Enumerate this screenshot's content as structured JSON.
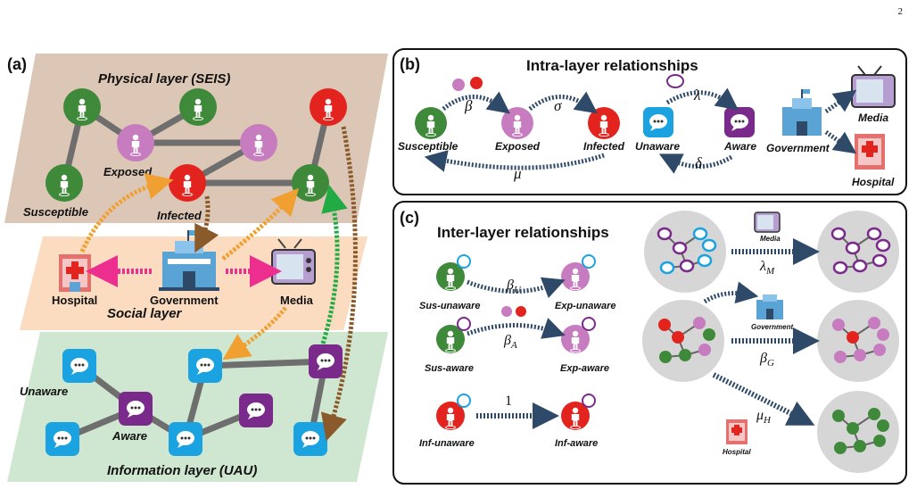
{
  "page_number": "2",
  "colors": {
    "susceptible": "#3f8a3a",
    "exposed": "#c77cc0",
    "infected": "#e3231e",
    "unaware": "#1aa3e0",
    "aware": "#7a2a8a",
    "physical_layer_bg": "#dcc6b5",
    "social_layer_bg": "#fbdcc0",
    "info_layer_bg": "#cfe6d0",
    "arrow_orange": "#f0a030",
    "arrow_brown": "#8b5a2b",
    "arrow_green": "#22aa44",
    "arrow_pink": "#ec2f8e",
    "arrow_navy": "#2f4a68",
    "cluster_bg": "#d6d6d6"
  },
  "panel_a": {
    "tag": "(a)",
    "physical_layer_title": "Physical layer (SEIS)",
    "social_layer_title": "Social layer",
    "info_layer_title": "Information layer (UAU)",
    "labels": {
      "exposed": "Exposed",
      "susceptible": "Susceptible",
      "infected": "Infected",
      "hospital": "Hospital",
      "government": "Government",
      "media": "Media",
      "unaware": "Unaware",
      "aware": "Aware"
    }
  },
  "panel_b": {
    "tag": "(b)",
    "title": "Intra-layer relationships",
    "states": {
      "susceptible": "Susceptible",
      "exposed": "Exposed",
      "infected": "Infected",
      "unaware": "Unaware",
      "aware": "Aware",
      "government": "Government",
      "media": "Media",
      "hospital": "Hospital"
    },
    "rates": {
      "beta": "β",
      "sigma": "σ",
      "mu": "μ",
      "lambda": "λ",
      "delta": "δ"
    }
  },
  "panel_c": {
    "tag": "(c)",
    "title": "Inter-layer relationships",
    "states": {
      "sus_unaware": "Sus-unaware",
      "exp_unaware": "Exp-unaware",
      "sus_aware": "Sus-aware",
      "exp_aware": "Exp-aware",
      "inf_unaware": "Inf-unaware",
      "inf_aware": "Inf-aware",
      "media": "Media",
      "government": "Government",
      "hospital": "Hospital"
    },
    "rates": {
      "beta_u": "β",
      "beta_u_sub": "U",
      "beta_a": "β",
      "beta_a_sub": "A",
      "one": "1",
      "lambda_m": "λ",
      "lambda_m_sub": "M",
      "beta_g": "β",
      "beta_g_sub": "G",
      "mu_h": "μ",
      "mu_h_sub": "H"
    }
  }
}
